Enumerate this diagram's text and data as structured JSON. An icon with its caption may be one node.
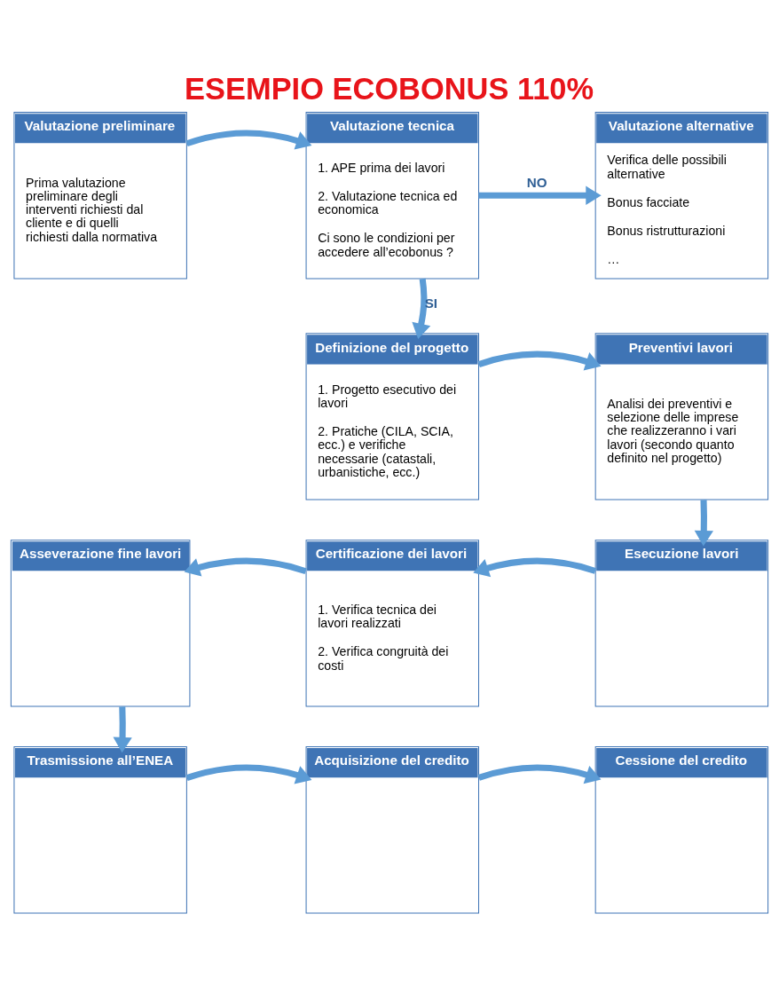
{
  "diagram": {
    "title": "ESEMPIO ECOBONUS 110%",
    "nodes": [
      {
        "text": [
          "Valutazione preliminare",
          "Prima valutazione preliminare degli interventi richiesti dal cliente e di quelli richiesti dalla normativa"
        ]
      },
      {
        "text": [
          "Valutazione tecnica",
          "1. APE prima dei lavori",
          "2. Valutazione tecnica ed economica",
          "Ci sono le condizioni per accedere all’ecobonus ?"
        ]
      },
      {
        "text": [
          "Valutazione alternative",
          "Verifica delle possibili alternative",
          "Bonus facciate",
          "Bonus ristrutturazioni",
          "…"
        ]
      },
      {
        "text": [
          "Definizione del progetto",
          "1. Progetto esecutivo dei lavori",
          "2. Pratiche (CILA, SCIA, ecc.) e verifiche necessarie (catastali, urbanistiche, ecc.)"
        ]
      },
      {
        "text": [
          "Preventivi lavori",
          "Analisi dei preventivi e selezione delle imprese che realizzeranno i vari lavori (secondo quanto definito nel progetto)"
        ]
      },
      {
        "text": [
          "Esecuzione lavori"
        ]
      },
      {
        "text": [
          "Certificazione dei lavori",
          "1. Verifica tecnica dei lavori realizzati",
          "2. Verifica congruità dei costi"
        ]
      },
      {
        "text": [
          "Asseverazione fine lavori"
        ]
      },
      {
        "text": [
          "Trasmissione all’ENEA"
        ]
      },
      {
        "text": [
          "Acquisizione del credito"
        ]
      },
      {
        "text": [
          "Cessione del credito"
        ]
      }
    ],
    "edges": [
      {
        "from": 0,
        "to": 1,
        "arrow": "to"
      },
      {
        "from": 1,
        "to": 2,
        "arrow": "to",
        "label": "NO"
      },
      {
        "from": 1,
        "to": 3,
        "arrow": "to",
        "label": "SI"
      },
      {
        "from": 3,
        "to": 4,
        "arrow": "to"
      },
      {
        "from": 4,
        "to": 5,
        "arrow": "to"
      },
      {
        "from": 5,
        "to": 6,
        "arrow": "to"
      },
      {
        "from": 6,
        "to": 7,
        "arrow": "to"
      },
      {
        "from": 7,
        "to": 8,
        "arrow": "to"
      },
      {
        "from": 8,
        "to": 9,
        "arrow": "to"
      },
      {
        "from": 9,
        "to": 10,
        "arrow": "to"
      }
    ]
  }
}
